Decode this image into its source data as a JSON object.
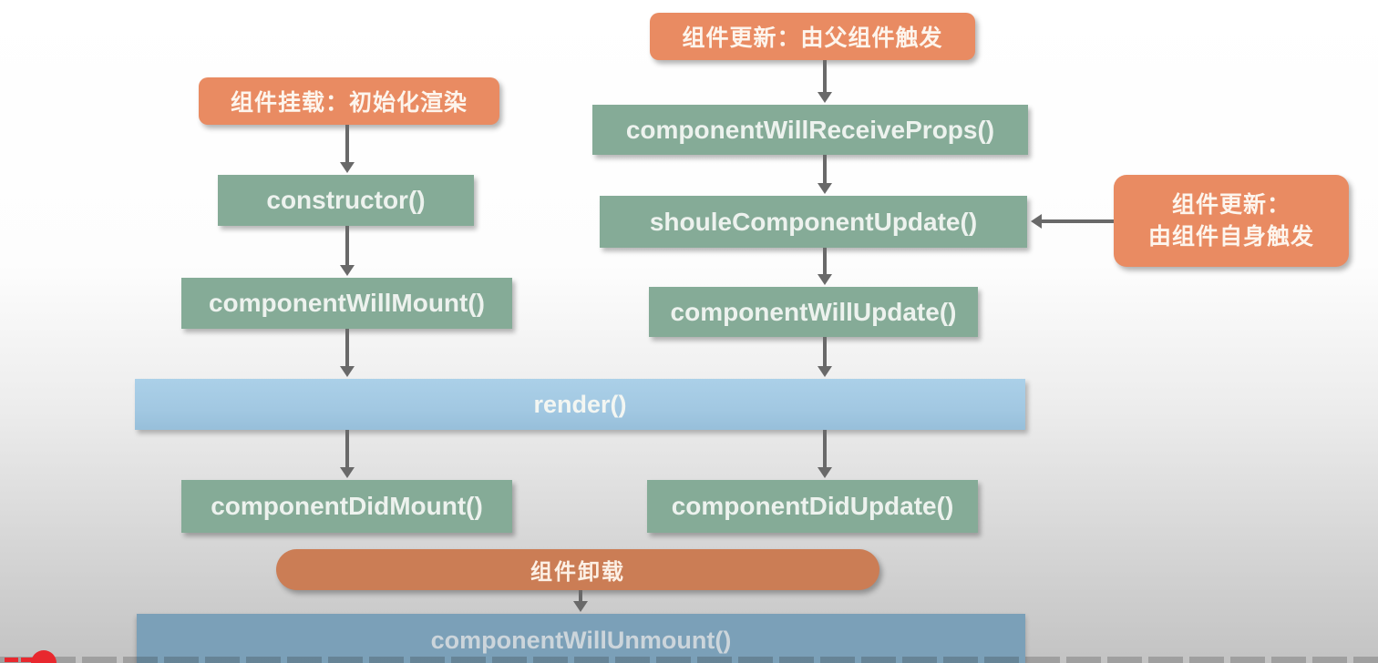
{
  "diagram": {
    "title": "React component lifecycle flowchart",
    "stage_labels": {
      "mount": "组件挂载：初始化渲染",
      "update_parent": "组件更新：由父组件触发",
      "update_self_line1": "组件更新：",
      "update_self_line2": "由组件自身触发",
      "unmount": "组件卸载"
    },
    "lifecycle": {
      "ctor": "constructor()",
      "will_mount": "componentWillMount()",
      "will_receive_props": "componentWillReceiveProps()",
      "should_update": "shouleComponentUpdate()",
      "will_update": "componentWillUpdate()",
      "render": "render()",
      "did_mount": "componentDidMount()",
      "did_update": "componentDidUpdate()",
      "will_unmount": "componentWillUnmount()"
    },
    "colors": {
      "stage_label_orange": "#e98b62",
      "method_green": "#85ab97",
      "render_blue": "#a5cbe4",
      "unmount_pill_orange": "#cb7d55",
      "unmount_bar_blue": "#7ba0b8",
      "arrow_gray": "#696969",
      "player_red": "#e8282e"
    }
  }
}
